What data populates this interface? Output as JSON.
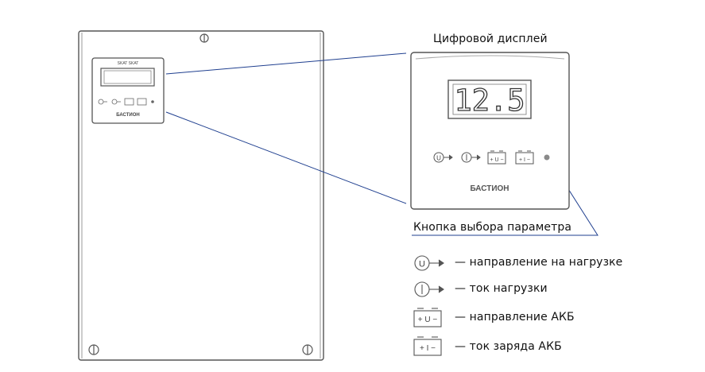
{
  "callouts": {
    "display_label": "Цифровой дисплей",
    "button_label": "Кнопка выбора параметра"
  },
  "device": {
    "brand": "БАСТИОН",
    "small_brand": "БАСТИОН",
    "panel_logo_text": "SKAT SKAT",
    "display_value": "12.5"
  },
  "legend": [
    {
      "icon": "voltage-output-icon",
      "text": "— направление на нагрузке"
    },
    {
      "icon": "current-output-icon",
      "text": "— ток нагрузки"
    },
    {
      "icon": "battery-voltage-icon",
      "text": "— направление АКБ"
    },
    {
      "icon": "battery-current-icon",
      "text": "— ток заряда АКБ"
    }
  ],
  "colors": {
    "leader_line": "#1f3f8f",
    "outline": "#555555",
    "led": "#8a8a8a"
  }
}
